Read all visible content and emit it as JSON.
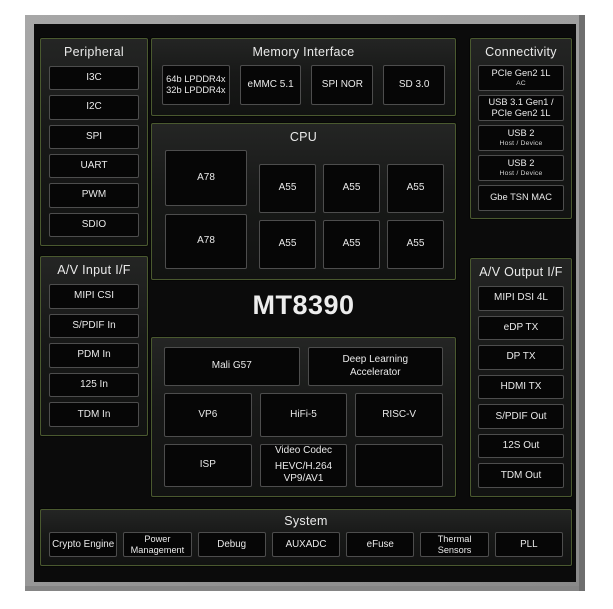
{
  "chip_title": "MT8390",
  "colors": {
    "package": "#9a9a9a",
    "die": "#0b0b0b",
    "section_border": "#4a592f",
    "block_border": "#4d4d4d",
    "text": "#e9e9e9"
  },
  "sections": {
    "peripheral": {
      "title": "Peripheral",
      "items": [
        {
          "label": "I3C"
        },
        {
          "label": "I2C"
        },
        {
          "label": "SPI"
        },
        {
          "label": "UART"
        },
        {
          "label": "PWM"
        },
        {
          "label": "SDIO"
        }
      ]
    },
    "memory": {
      "title": "Memory Interface",
      "items": [
        {
          "line1": "64b LPDDR4x",
          "line2": "32b LPDDR4x"
        },
        {
          "label": "eMMC 5.1"
        },
        {
          "label": "SPI NOR"
        },
        {
          "label": "SD 3.0"
        }
      ]
    },
    "connectivity": {
      "title": "Connectivity",
      "items": [
        {
          "label": "PCIe Gen2 1L",
          "sub": "AC"
        },
        {
          "line1": "USB 3.1 Gen1 /",
          "line2": "PCIe Gen2 1L"
        },
        {
          "label": "USB 2",
          "sub": "Host / Device"
        },
        {
          "label": "USB 2",
          "sub": "Host / Device"
        },
        {
          "label": "Gbe TSN MAC"
        }
      ]
    },
    "cpu": {
      "title": "CPU",
      "big_cores": [
        {
          "label": "A78"
        },
        {
          "label": "A78"
        }
      ],
      "little_cores": [
        {
          "label": "A55"
        },
        {
          "label": "A55"
        },
        {
          "label": "A55"
        },
        {
          "label": "A55"
        },
        {
          "label": "A55"
        },
        {
          "label": "A55"
        }
      ]
    },
    "av_input": {
      "title": "A/V Input I/F",
      "items": [
        {
          "label": "MIPI CSI"
        },
        {
          "label": "S/PDIF In"
        },
        {
          "label": "PDM In"
        },
        {
          "label": "125 In"
        },
        {
          "label": "TDM In"
        }
      ]
    },
    "av_output": {
      "title": "A/V Output I/F",
      "items": [
        {
          "label": "MIPI DSI 4L"
        },
        {
          "label": "eDP TX"
        },
        {
          "label": "DP TX"
        },
        {
          "label": "HDMI TX"
        },
        {
          "label": "S/PDIF Out"
        },
        {
          "label": "12S Out"
        },
        {
          "label": "TDM Out"
        }
      ]
    },
    "multimedia": {
      "row1": [
        {
          "label": "Mali G57"
        },
        {
          "line1": "Deep Learning",
          "line2": "Accelerator"
        }
      ],
      "row2": [
        {
          "label": "VP6"
        },
        {
          "label": "HiFi-5"
        },
        {
          "label": "RISC-V"
        }
      ],
      "row3": [
        {
          "label": "ISP"
        },
        {
          "line1": "Video Codec",
          "line2": "HEVC/H.264",
          "line3": "VP9/AV1"
        },
        {
          "label": ""
        }
      ]
    },
    "system": {
      "title": "System",
      "items": [
        {
          "label": "Crypto Engine"
        },
        {
          "line1": "Power",
          "line2": "Management"
        },
        {
          "label": "Debug"
        },
        {
          "label": "AUXADC"
        },
        {
          "label": "eFuse"
        },
        {
          "line1": "Thermal",
          "line2": "Sensors"
        },
        {
          "label": "PLL"
        }
      ]
    }
  }
}
